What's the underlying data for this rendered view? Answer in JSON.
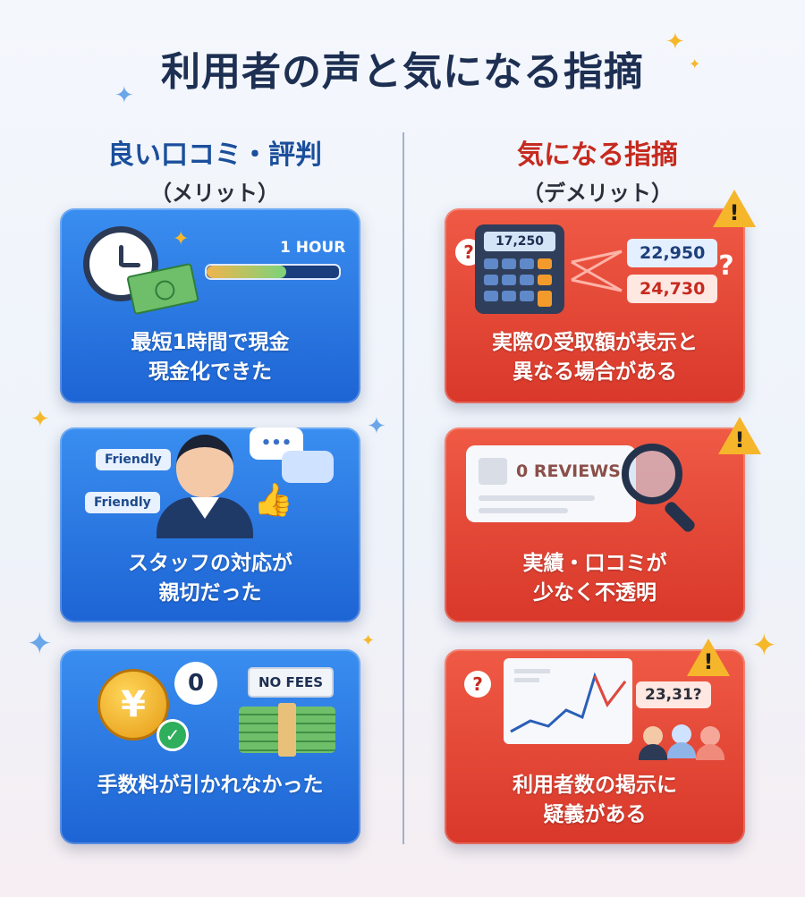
{
  "title": "利用者の声と気になる指摘",
  "left_column": {
    "heading": "良い口コミ・評判",
    "subheading": "（メリット）",
    "cards": [
      {
        "text_line1": "最短1時間で現金",
        "text_line2": "現金化できた",
        "badge": "1 HOUR",
        "progress": 0.6,
        "icons": [
          "clock-icon",
          "money-icon"
        ]
      },
      {
        "text_line1": "スタッフの対応が",
        "text_line2": "親切だった",
        "chip1": "Friendly",
        "chip2": "Friendly",
        "bubble": "•••",
        "icons": [
          "staff-avatar",
          "thumbs-up-icon",
          "speech-bubble-icon"
        ]
      },
      {
        "text_line1": "手数料が引かれなかった",
        "zero": "0",
        "coin": "¥",
        "no_fees": "NO FEES",
        "icons": [
          "yen-coin-icon",
          "check-icon",
          "cash-stack-icon"
        ]
      }
    ]
  },
  "right_column": {
    "heading": "気になる指摘",
    "subheading": "（デメリット）",
    "cards": [
      {
        "text_line1": "実際の受取額が表示と",
        "text_line2": "異なる場合がある",
        "calc_display": "17,250",
        "amount1": "22,950",
        "amount2": "24,730",
        "icons": [
          "calculator-icon",
          "question-icon",
          "warning-icon"
        ]
      },
      {
        "text_line1": "実績・口コミが",
        "text_line2": "少なく不透明",
        "reviews_label": "0 REVIEWS",
        "icons": [
          "magnifier-icon",
          "warning-icon"
        ]
      },
      {
        "text_line1": "利用者数の掲示に",
        "text_line2": "疑義がある",
        "stat": "23,31?",
        "icons": [
          "line-chart-icon",
          "users-icon",
          "question-icon",
          "warning-icon"
        ]
      }
    ]
  },
  "colors": {
    "title": "#1d2f52",
    "left_heading": "#1b4f9c",
    "right_heading": "#c62a1f",
    "card_blue": "#2a76e2",
    "card_red": "#e5473a"
  }
}
